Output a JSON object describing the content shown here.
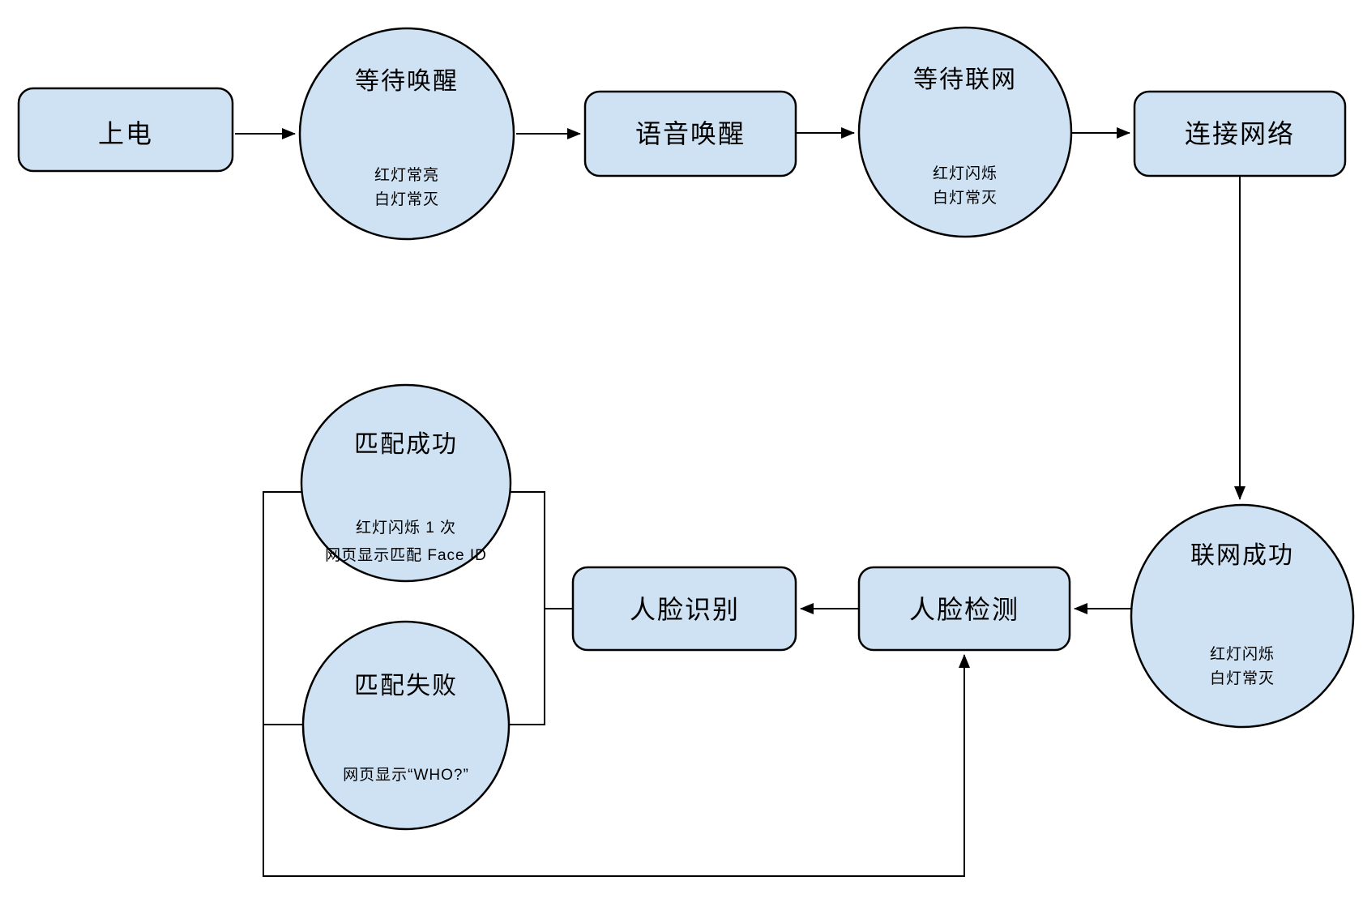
{
  "diagram": {
    "title": "device-face-id-state-flowchart",
    "colors": {
      "background": "#ffffff",
      "node_fill": "#cfe2f3",
      "node_stroke": "#000000",
      "connector": "#000000"
    },
    "nodes": {
      "power_on": {
        "label": "上电"
      },
      "wait_wake": {
        "label": "等待唤醒",
        "status": [
          "红灯常亮",
          "白灯常灭"
        ]
      },
      "voice_wake": {
        "label": "语音唤醒"
      },
      "wait_network": {
        "label": "等待联网",
        "status": [
          "红灯闪烁",
          "白灯常灭"
        ]
      },
      "connect_network": {
        "label": "连接网络"
      },
      "network_success": {
        "label": "联网成功",
        "status": [
          "红灯闪烁",
          "白灯常灭"
        ]
      },
      "face_recognition": {
        "label": "人脸识别"
      },
      "face_detection": {
        "label": "人脸检测"
      },
      "match_success": {
        "label": "匹配成功",
        "status": [
          "红灯闪烁 1 次",
          "网页显示匹配 Face ID"
        ]
      },
      "match_fail": {
        "label": "匹配失败",
        "status": [
          "网页显示“WHO?”"
        ]
      }
    }
  }
}
